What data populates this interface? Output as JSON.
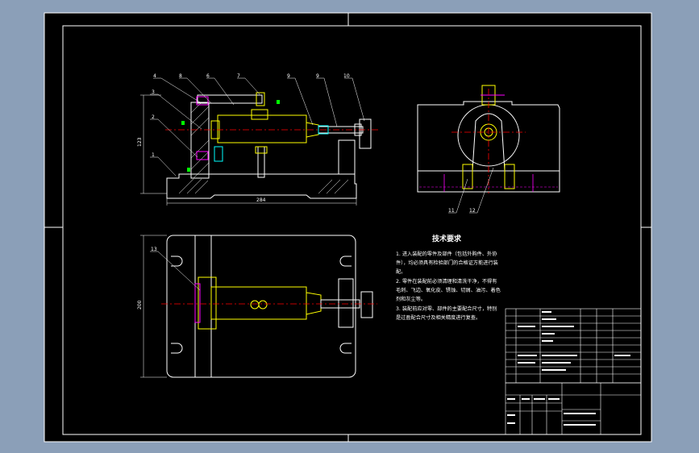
{
  "title_requirements": "技术要求",
  "requirements": [
    "1. 进入装配的零件及部件（包括外购件、外协",
    "件），均必须具有检验部门的合格证方能进行装",
    "配。",
    "2. 零件在装配前必须清理和清洗干净，不得有",
    "毛刺、飞边、氧化皮、锈蚀、切屑、油污、着色",
    "剂和灰尘等。",
    "3. 装配前应对零、部件的主要配合尺寸，特别",
    "是过盈配合尺寸及相关精度进行复查。"
  ],
  "balloons_front": [
    "4",
    "8",
    "6",
    "7",
    "9",
    "9",
    "10"
  ],
  "balloons_left": [
    "3",
    "2",
    "1"
  ],
  "balloons_side": [
    "11",
    "12"
  ],
  "balloons_top": [
    "13"
  ],
  "dim_front_width": "284",
  "dim_front_height": "123",
  "dim_top_height": "200",
  "tb_bottom_labels": [
    "标记",
    "处数",
    "分区",
    "更改文件号",
    "签名",
    "年月日"
  ],
  "colors": {
    "background": "#000000",
    "line": "#ffffff",
    "part": "#ffff00",
    "section": "#00ffff",
    "center": "#ff0000",
    "accent": "#ff00ff"
  }
}
